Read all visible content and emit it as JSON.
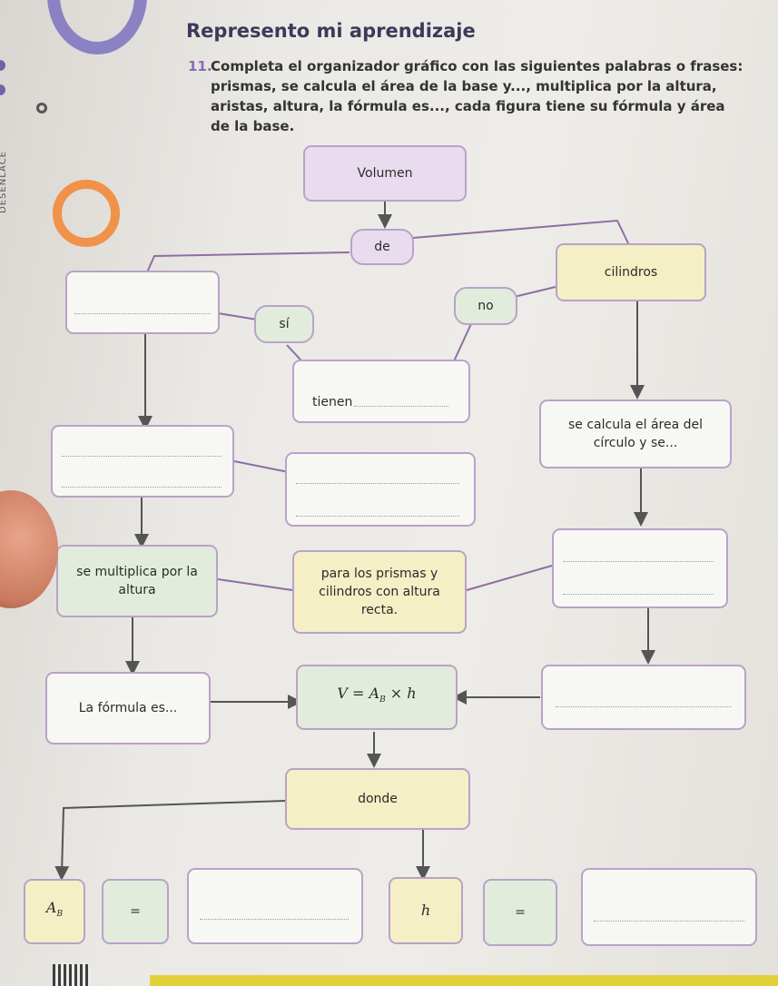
{
  "header": {
    "title": "Represento mi aprendizaje",
    "exercise_number": "11.",
    "instructions": "Completa el organizador gráfico con las siguientes palabras o frases: prismas, se calcula el área de la base y..., multiplica por la altura, aristas, altura, la fórmula es..., cada figura tiene su fórmula y área de la base."
  },
  "side_label": "DESENLACE",
  "organizer": {
    "volumen": "Volumen",
    "de": "de",
    "cilindros": "cilindros",
    "no": "no",
    "si": "sí",
    "tienen": "tienen",
    "circle_base": "se calcula el área del círculo y se...",
    "se_multiplica": "se multiplica por la altura",
    "para_prismas": "para los prismas y cilindros con altura recta.",
    "formula_es": "La fórmula es...",
    "formula": "V = A",
    "formula_sub": "B",
    "formula_tail": " × h",
    "donde": "donde",
    "ab": "A",
    "ab_sub": "B",
    "equals_1": "=",
    "h": "h",
    "equals_2": "="
  },
  "colors": {
    "title": "#3c3a5a",
    "box_border": "#b9a2c8",
    "purple_fill": "#e9dcef",
    "yellow_fill": "#f5efc5",
    "green_fill": "#e2ecdc",
    "orange_ring": "#f0924a",
    "lavender_ring": "#8b82c4",
    "arrow": "#555555"
  }
}
